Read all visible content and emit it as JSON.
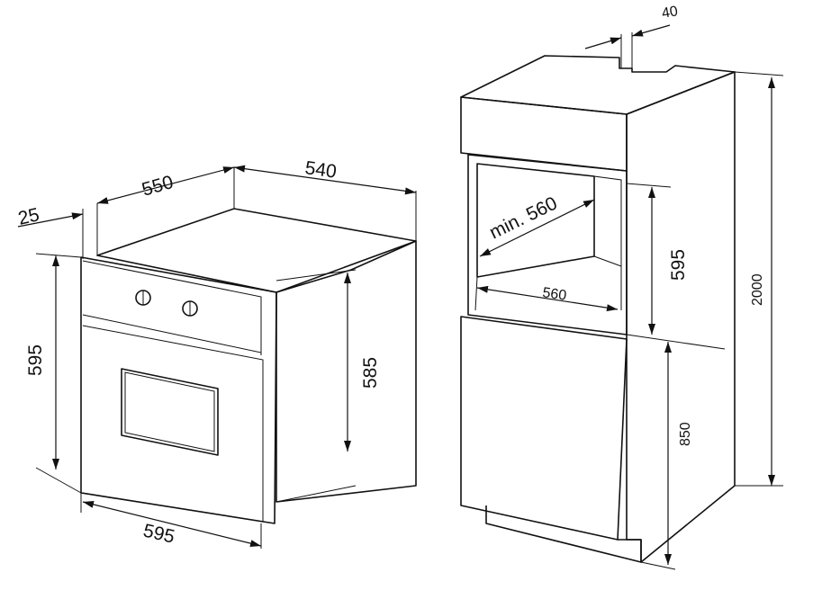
{
  "oven": {
    "dims": {
      "front_offset": "25",
      "total_depth": "550",
      "body_depth": "540",
      "front_height": "595",
      "body_height": "585",
      "front_width": "595"
    }
  },
  "cabinet": {
    "dims": {
      "top_offset": "40",
      "niche_depth": "min. 560",
      "niche_width": "560",
      "niche_height": "595",
      "base_height": "850",
      "total_height": "2000"
    }
  },
  "colors": {
    "panel_fill": "#e6e6e6",
    "niche_fill": "#cfcfcf",
    "line": "#111111",
    "background": "#ffffff"
  }
}
